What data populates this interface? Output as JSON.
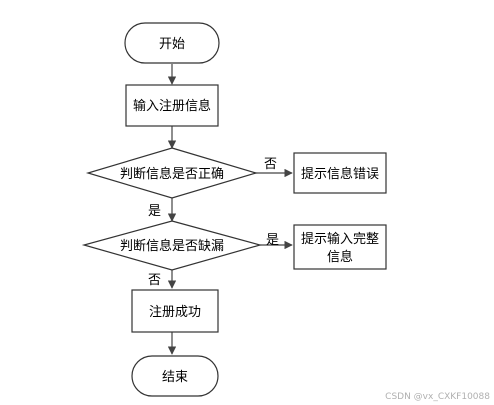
{
  "nodes": {
    "start": "开始",
    "input": "输入注册信息",
    "check_correct": "判断信息是否正确",
    "error": "提示信息错误",
    "check_missing": "判断信息是否缺漏",
    "complete_line1": "提示输入完整",
    "complete_line2": "信息",
    "success": "注册成功",
    "end": "结束"
  },
  "edges": {
    "correct_no": "否",
    "correct_yes": "是",
    "missing_yes": "是",
    "missing_no": "否"
  },
  "watermark": "CSDN @vx_CXKF10088",
  "colors": {
    "stroke": "#333333",
    "fill": "#ffffff",
    "watermark": "#b0b0b0"
  }
}
